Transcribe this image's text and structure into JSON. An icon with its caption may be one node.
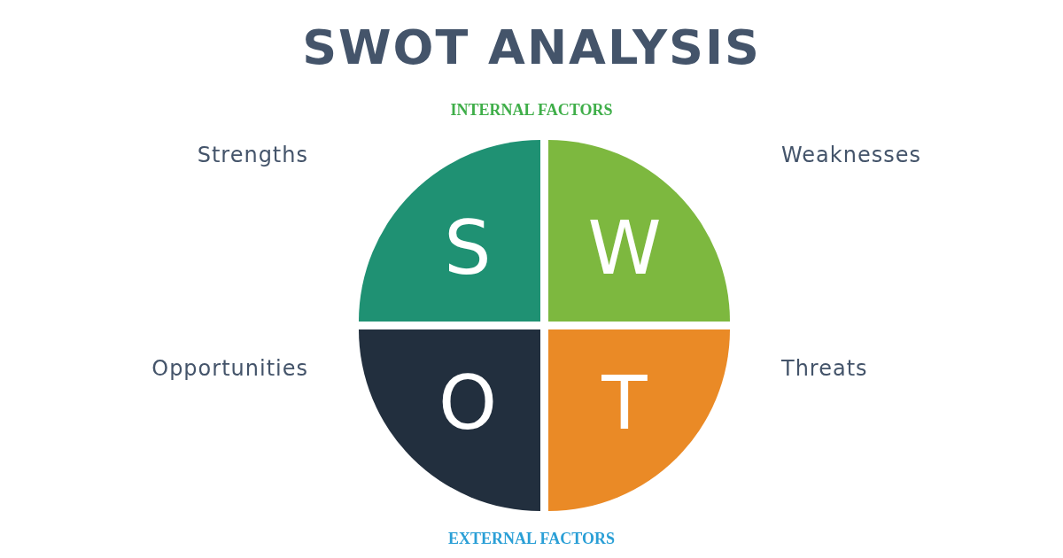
{
  "diagram": {
    "title": "SWOT ANALYSIS",
    "nodes": [
      {
        "text": [
          "S"
        ],
        "beside": [
          "Strengths"
        ]
      },
      {
        "text": [
          "W"
        ],
        "beside": [
          "Weaknesses"
        ]
      },
      {
        "text": [
          "O"
        ],
        "beside": [
          "Opportunities"
        ]
      },
      {
        "text": [
          "T"
        ],
        "beside": [
          "Threats"
        ]
      }
    ],
    "labels": [
      "INTERNAL FACTORS",
      "EXTERNAL FACTORS"
    ]
  }
}
